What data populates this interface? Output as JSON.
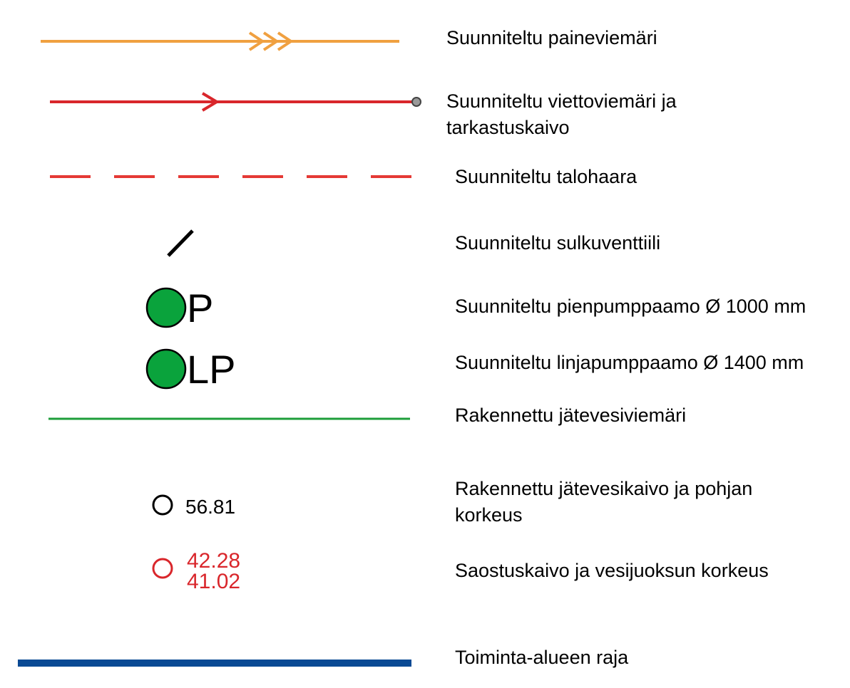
{
  "legend": {
    "items": [
      {
        "id": "pressure-sewer",
        "label": "Suunniteltu paineviemäri",
        "color": "#f0a040"
      },
      {
        "id": "gravity-sewer",
        "label_line1": "Suunniteltu viettoviemäri ja",
        "label_line2": "tarkastuskaivo",
        "color": "#d9262b",
        "manhole_color": "#9a9a9a"
      },
      {
        "id": "house-connection",
        "label": "Suunniteltu talohaara",
        "color": "#e53935"
      },
      {
        "id": "shutoff-valve",
        "label": "Suunniteltu sulkuventtiili",
        "color": "#000000"
      },
      {
        "id": "small-pump-station",
        "label": "Suunniteltu pienpumppaamo Ø 1000 mm",
        "symbol_text": "P",
        "color": "#0aa33c"
      },
      {
        "id": "line-pump-station",
        "label": "Suunniteltu linjapumppaamo Ø 1400 mm",
        "symbol_text": "LP",
        "color": "#0aa33c"
      },
      {
        "id": "built-sewer",
        "label": "Rakennettu jätevesiviemäri",
        "color": "#1e9e3a"
      },
      {
        "id": "built-manhole",
        "label_line1": "Rakennettu jätevesikaivo ja pohjan",
        "label_line2": "korkeus",
        "value": "56.81",
        "color": "#000000"
      },
      {
        "id": "septic-tank",
        "label": "Saostuskaivo ja vesijuoksun korkeus",
        "value_top": "42.28",
        "value_bottom": "41.02",
        "color": "#d9262b"
      },
      {
        "id": "area-boundary",
        "label": "Toiminta-alueen raja",
        "color": "#0a4a94"
      }
    ]
  }
}
